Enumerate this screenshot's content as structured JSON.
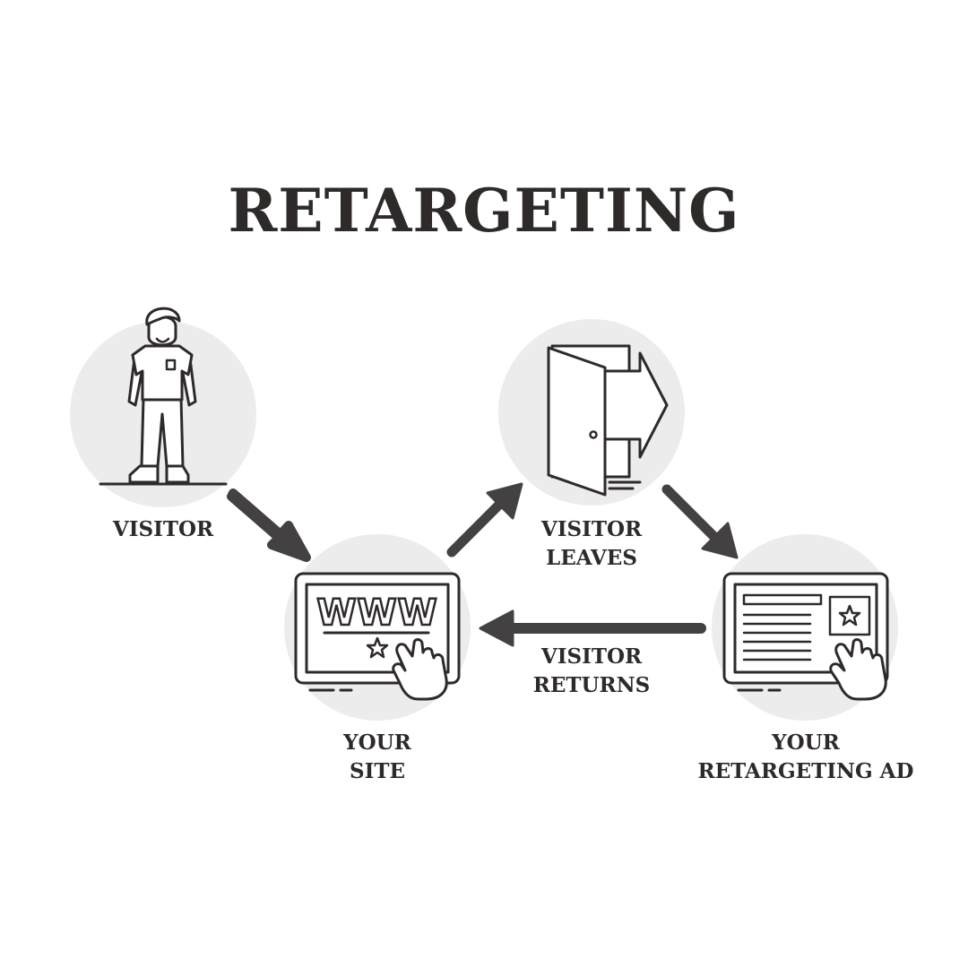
{
  "title": "RETARGETING",
  "nodes": {
    "visitor": {
      "label": "VISITOR"
    },
    "your_site": {
      "line1": "YOUR",
      "line2": "SITE",
      "screen_text": "WWW"
    },
    "visitor_leaves": {
      "line1": "VISITOR",
      "line2": "LEAVES"
    },
    "retargeting_ad": {
      "line1": "YOUR",
      "line2": "RETARGETING AD"
    }
  },
  "edges": {
    "visitor_returns": {
      "line1": "VISITOR",
      "line2": "RETURNS"
    }
  },
  "colors": {
    "ink": "#2e2a29",
    "circle": "#ececec",
    "arrow": "#444142"
  }
}
